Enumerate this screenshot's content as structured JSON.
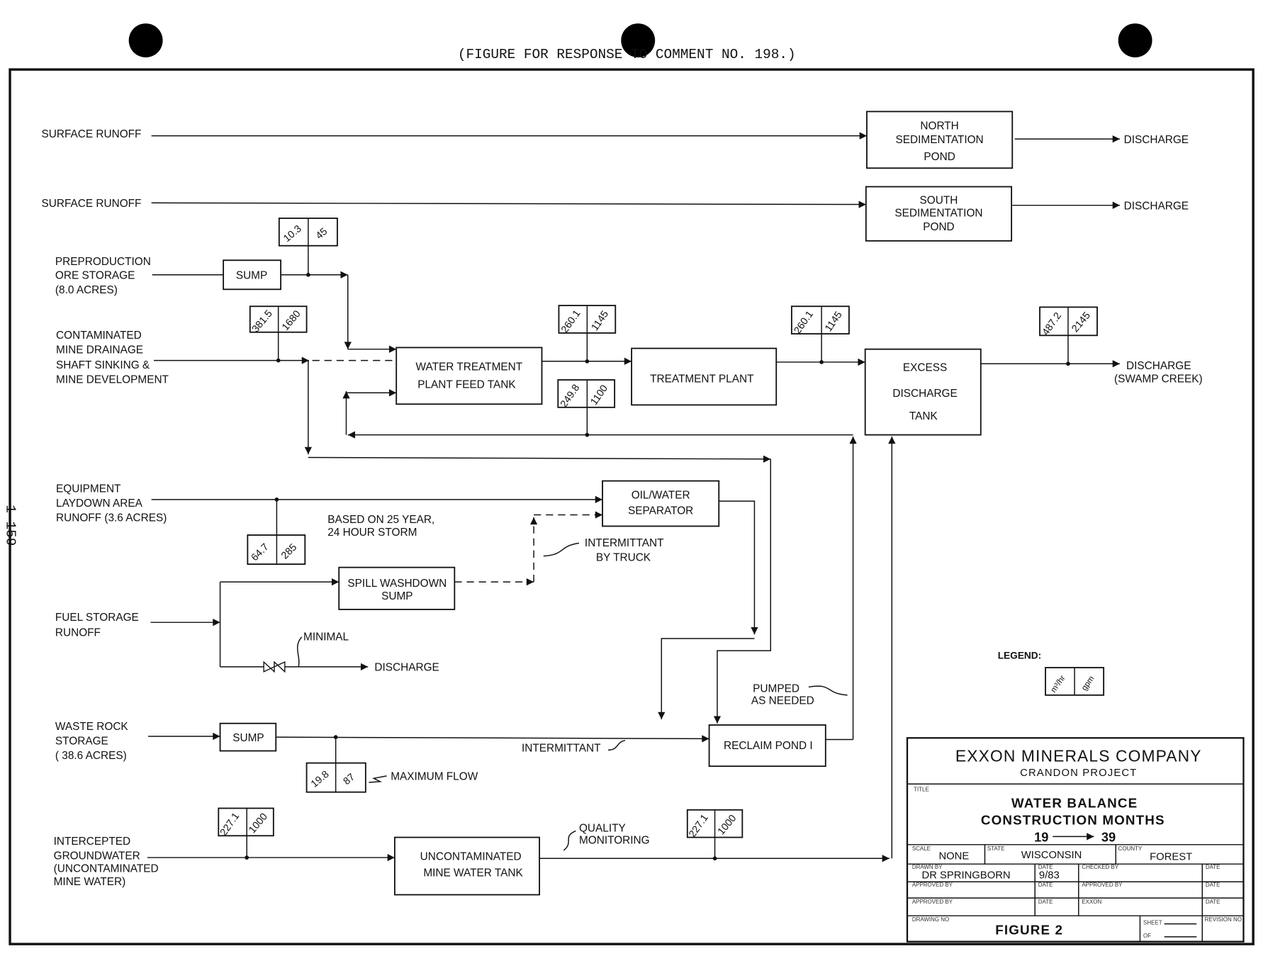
{
  "header": {
    "caption": "(FIGURE FOR RESPONSE TO COMMENT NO. 198.)",
    "page_number": "1-159"
  },
  "sources": {
    "surface_runoff_1": "SURFACE RUNOFF",
    "surface_runoff_2": "SURFACE RUNOFF",
    "preproduction": [
      "PREPRODUCTION",
      "ORE STORAGE",
      "(8.0 ACRES)"
    ],
    "contaminated": [
      "CONTAMINATED",
      "MINE DRAINAGE",
      "SHAFT SINKING &",
      "MINE DEVELOPMENT"
    ],
    "equipment": [
      "EQUIPMENT",
      "LAYDOWN AREA",
      "RUNOFF  (3.6 ACRES)"
    ],
    "fuel": [
      "FUEL STORAGE",
      "RUNOFF"
    ],
    "waste_rock": [
      "WASTE ROCK",
      "STORAGE",
      "( 38.6 ACRES)"
    ],
    "groundwater": [
      "INTERCEPTED",
      "GROUNDWATER",
      "(UNCONTAMINATED",
      "MINE WATER)"
    ]
  },
  "units": {
    "north_pond": [
      "NORTH",
      "SEDIMENTATION",
      "POND"
    ],
    "south_pond": [
      "SOUTH",
      "SEDIMENTATION",
      "POND"
    ],
    "sump_1": "SUMP",
    "feed_tank": [
      "WATER TREATMENT",
      "PLANT FEED TANK"
    ],
    "treatment_plant": "TREATMENT PLANT",
    "excess_tank": [
      "EXCESS",
      "DISCHARGE",
      "TANK"
    ],
    "oil_water": [
      "OIL/WATER",
      "SEPARATOR"
    ],
    "spill_sump": [
      "SPILL WASHDOWN",
      "SUMP"
    ],
    "sump_2": "SUMP",
    "reclaim_pond": "RECLAIM POND I",
    "uncontaminated_tank": [
      "UNCONTAMINATED",
      "MINE  WATER TANK"
    ]
  },
  "outputs": {
    "discharge_north": "DISCHARGE",
    "discharge_south": "DISCHARGE",
    "discharge_swamp": [
      "DISCHARGE",
      "(SWAMP CREEK)"
    ],
    "discharge_fuel": "DISCHARGE"
  },
  "flows": {
    "preproduction": {
      "m3hr": "10.3",
      "gpm": "45"
    },
    "contaminated": {
      "m3hr": "381.5",
      "gpm": "1680"
    },
    "feed_to_plant": {
      "m3hr": "260.1",
      "gpm": "1145"
    },
    "plant_return": {
      "m3hr": "249.8",
      "gpm": "1100"
    },
    "plant_to_excess": {
      "m3hr": "260.1",
      "gpm": "1145"
    },
    "excess_discharge": {
      "m3hr": "487.2",
      "gpm": "2145"
    },
    "equipment": {
      "m3hr": "64.7",
      "gpm": "285"
    },
    "waste_rock": {
      "m3hr": "19.8",
      "gpm": "87"
    },
    "groundwater": {
      "m3hr": "227.1",
      "gpm": "1000"
    },
    "uncontaminated_out": {
      "m3hr": "227.1",
      "gpm": "1000"
    }
  },
  "notes": {
    "storm": [
      "BASED ON 25 YEAR,",
      "24 HOUR STORM"
    ],
    "truck": [
      "INTERMITTANT",
      "BY TRUCK"
    ],
    "minimal": "MINIMAL",
    "pumped": [
      "PUMPED",
      "AS NEEDED"
    ],
    "intermittant": "INTERMITTANT",
    "max_flow": "MAXIMUM FLOW",
    "quality": [
      "QUALITY",
      "MONITORING"
    ]
  },
  "legend": {
    "title": "LEGEND:",
    "m3hr": "m³/hr",
    "gpm": "gpm"
  },
  "title_block": {
    "company": "EXXON MINERALS COMPANY",
    "project": "CRANDON PROJECT",
    "title_label": "TITLE",
    "title": [
      "WATER BALANCE",
      "CONSTRUCTION MONTHS"
    ],
    "months_from": "19",
    "months_to": "39",
    "scale_label": "SCALE",
    "scale": "NONE",
    "state_label": "STATE",
    "state": "WISCONSIN",
    "county_label": "COUNTY",
    "county": "FOREST",
    "drawn_by_label": "DRAWN BY",
    "drawn_by": "DR SPRINGBORN",
    "date_label": "DATE",
    "date": "9/83",
    "checked_by_label": "CHECKED BY",
    "approved_by_label": "APPROVED BY",
    "exxon_label": "EXXON",
    "drawing_no_label": "DRAWING NO",
    "drawing_no": "FIGURE 2",
    "sheet_label": "SHEET",
    "of_label": "OF",
    "revision_label": "REVISION NO"
  }
}
